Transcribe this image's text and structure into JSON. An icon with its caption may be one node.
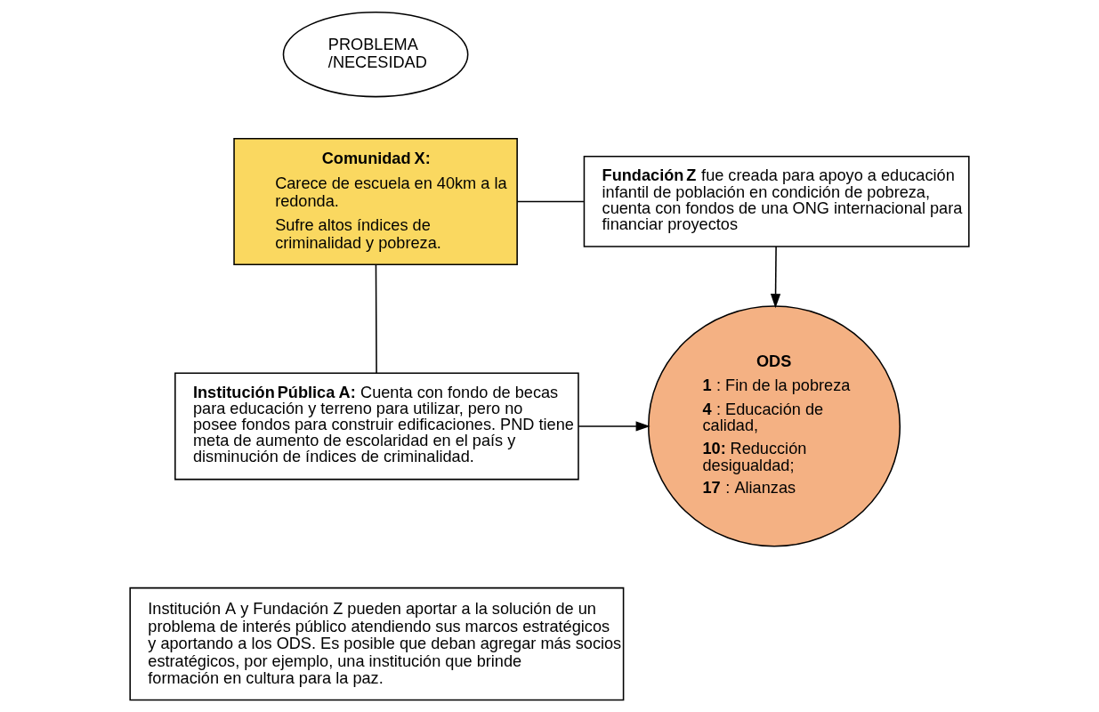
{
  "diagram": {
    "nodes": [
      {
        "text": [
          "PROBLEMA /NECESIDAD"
        ]
      },
      {
        "text": [
          "**Comunidad X:**",
          "Carece de escuela en 40km a la redonda.",
          "Sufre altos índices de criminalidad y pobreza."
        ]
      },
      {
        "text": [
          "**Fundación Z** fue creada para apoyo a educación infantil de población en condición de pobreza, cuenta con fondos de una ONG internacional para financiar proyectos"
        ]
      },
      {
        "text": [
          "**Institución Pública A:** Cuenta con fondo de becas para educación y terreno para utilizar, pero no posee fondos para construir edificaciones. PND tiene meta de aumento de escolaridad en el país y disminución de índices de criminalidad."
        ]
      },
      {
        "text": [
          "**ODS**",
          "**1**: Fin de la pobreza",
          "**4**: Educación de calidad,",
          "**10:** Reducción desigualdad;",
          "**17**: Alianzas"
        ]
      },
      {
        "text": [
          "Institución A y Fundación Z pueden aportar a la solución de un problema de interés público atendiendo sus marcos estratégicos y aportando a los ODS. Es posible que deban agregar más socios estratégicos, por ejemplo, una institución que brinde formación en cultura para la paz."
        ]
      }
    ],
    "edges": [
      {
        "from": 1,
        "to": 2,
        "arrow": "none"
      },
      {
        "from": 2,
        "to": 4,
        "arrow": "to"
      },
      {
        "from": 1,
        "to": 3,
        "arrow": "none"
      },
      {
        "from": 3,
        "to": 4,
        "arrow": "to"
      }
    ]
  }
}
